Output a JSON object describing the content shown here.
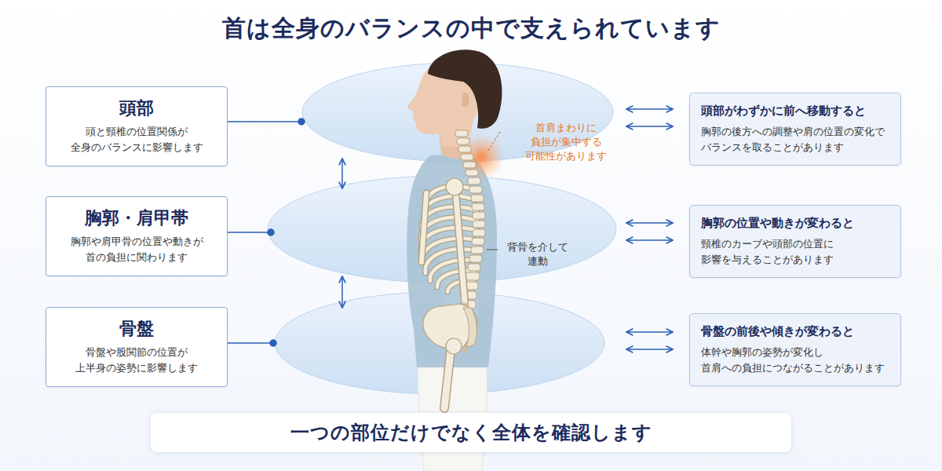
{
  "diagram": {
    "title": "首は全身のバランスの中で支えられています",
    "caption": "一つの部位だけでなく全体を確認します",
    "nodes": [
      {
        "text": [
          "頭部",
          "頭と頸椎の位置関係が 全身のバランスに影響します"
        ]
      },
      {
        "text": [
          "頭部がわずかに前へ移動すると",
          "胸郭の後方への調整や肩の位置の変化で バランスを取ることがあります"
        ]
      },
      {
        "text": [
          "胸郭・肩甲帯",
          "胸郭や肩甲骨の位置や動きが 首の負担に関わります"
        ]
      },
      {
        "text": [
          "胸郭の位置や動きが変わると",
          "頸椎のカーブや頭部の位置に 影響を与えることがあります"
        ]
      },
      {
        "text": [
          "骨盤",
          "骨盤や股関節の位置が 上半身の姿勢に影響します"
        ]
      },
      {
        "text": [
          "骨盤の前後や傾きが変わると",
          "体幹や胸郭の姿勢が変化し 首肩への負担につながることがあります"
        ]
      }
    ],
    "labels": [
      "首肩まわりに 負担が集中する 可能性があります",
      "背骨を介して 連動"
    ]
  }
}
